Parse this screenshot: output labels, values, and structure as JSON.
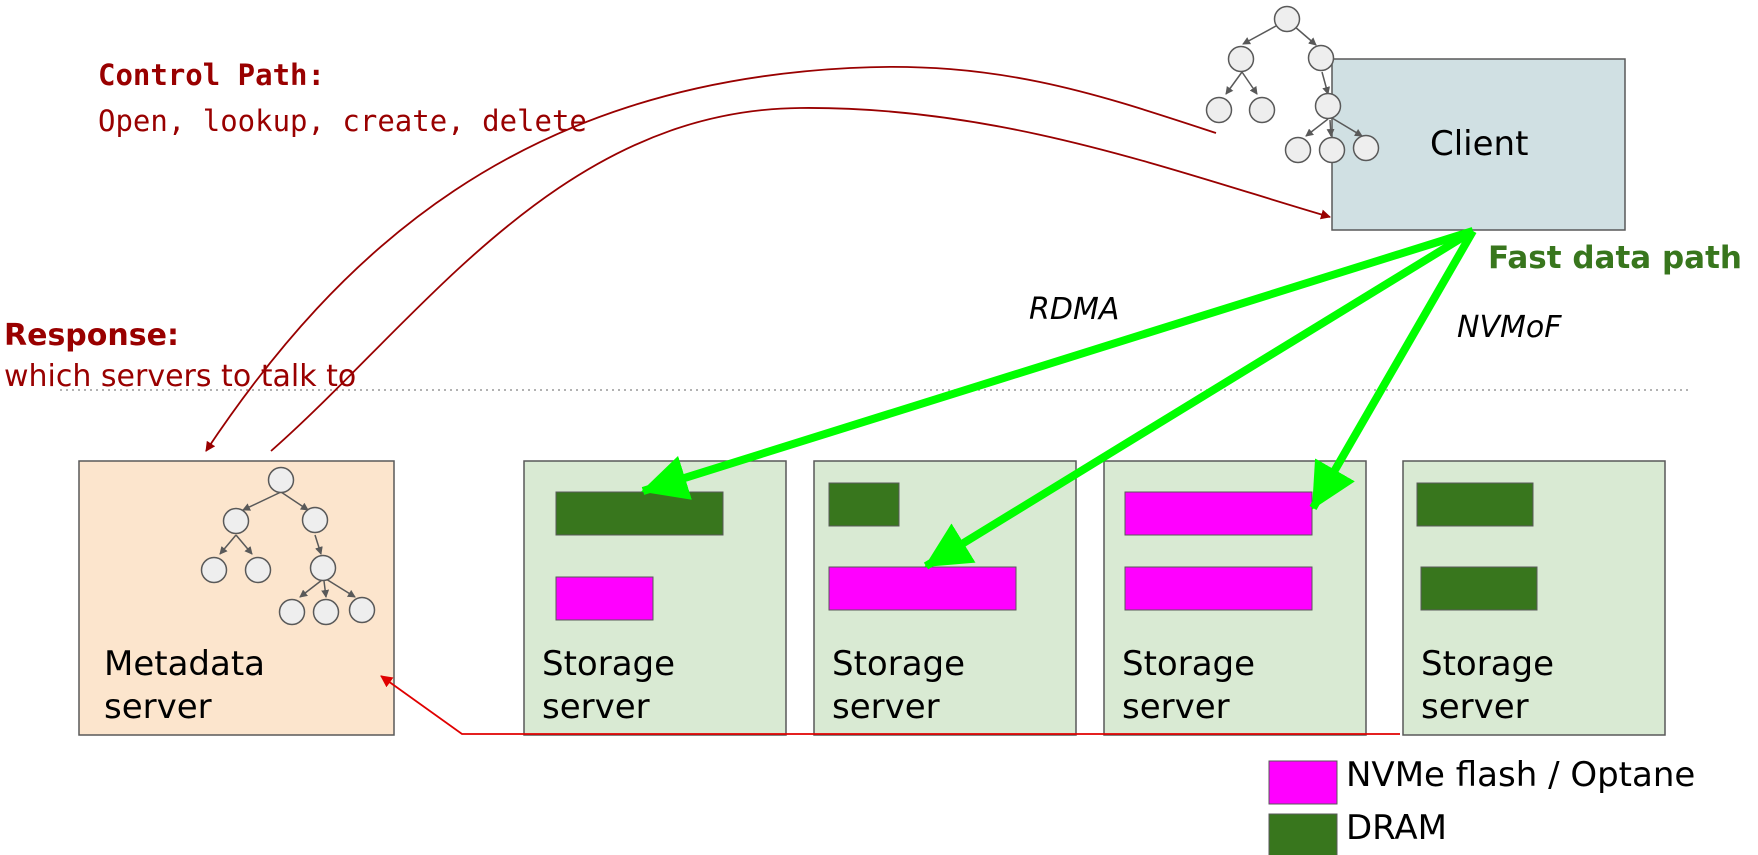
{
  "control_path": {
    "title": "Control Path:",
    "description": "Open, lookup, create, delete"
  },
  "response": {
    "title": "Response:",
    "description": "which servers to talk to"
  },
  "fast_data_path": "Fast data path",
  "protocols": {
    "rdma": "RDMA",
    "nvmof": "NVMoF"
  },
  "client": {
    "label": "Client"
  },
  "metadata_server": {
    "label_line1": "Metadata",
    "label_line2": "server"
  },
  "storage_servers": [
    {
      "label_line1": "Storage",
      "label_line2": "server"
    },
    {
      "label_line1": "Storage",
      "label_line2": "server"
    },
    {
      "label_line1": "Storage",
      "label_line2": "server"
    },
    {
      "label_line1": "Storage",
      "label_line2": "server"
    }
  ],
  "legend": [
    {
      "label": "NVMe flash / Optane",
      "color": "#ff00ff"
    },
    {
      "label": "DRAM",
      "color": "#38761d"
    }
  ],
  "colors": {
    "control_arrow": "#990000",
    "fast_arrow": "#00ff00",
    "fast_label": "#38761d",
    "storage_fill": "#d9ead3",
    "metadata_fill": "#fce5cd",
    "client_fill": "#d0e0e3",
    "tree_node_fill": "#eeeeee"
  }
}
